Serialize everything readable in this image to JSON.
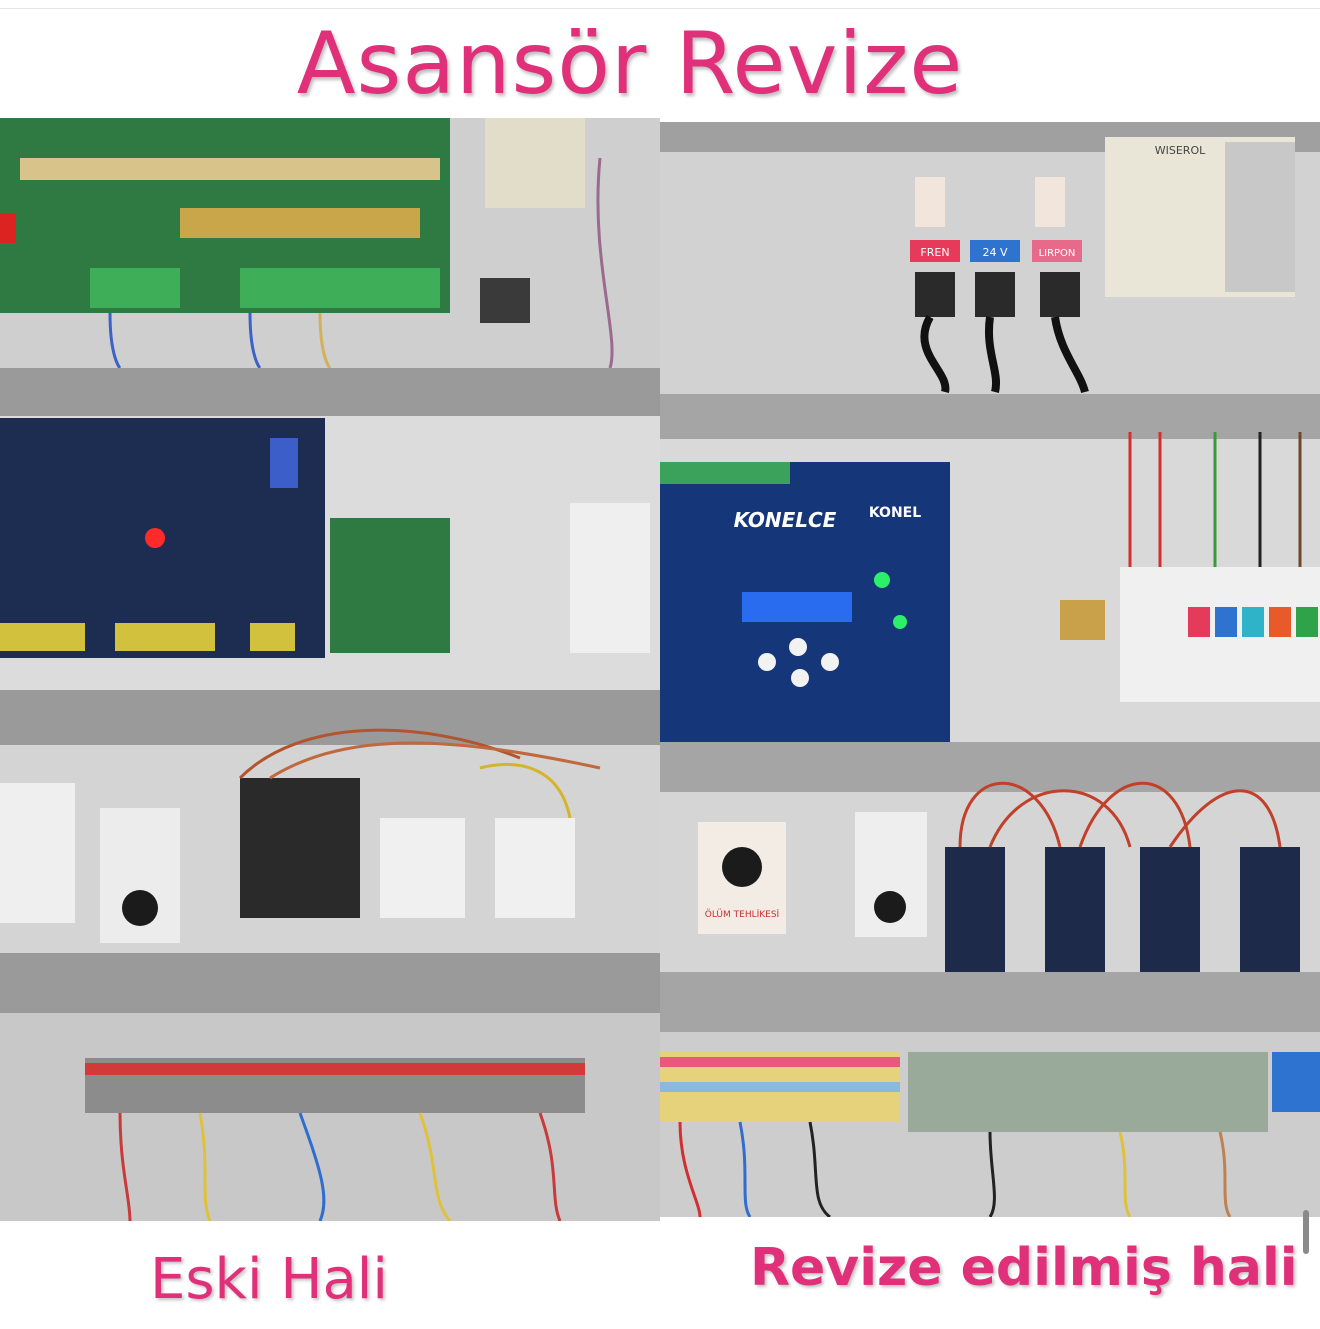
{
  "title": "Asansör Revize",
  "captions": {
    "left": "Eski Hali",
    "right": "Revize edilmiş hali"
  },
  "right_panel": {
    "brand_main": "KONELCE",
    "brand_secondary": "KONEL",
    "label_fren": "FREN",
    "label_24v": "24 V",
    "label_lirpon": "LIRPON",
    "sticker_top": "WISEROL",
    "warning_text": "ÖLÜM TEHLİKESİ"
  },
  "colors": {
    "accent": "#e0307a",
    "panel_gray": "#c9c9c9",
    "board_green": "#2f7d44",
    "board_blue": "#16367a"
  }
}
